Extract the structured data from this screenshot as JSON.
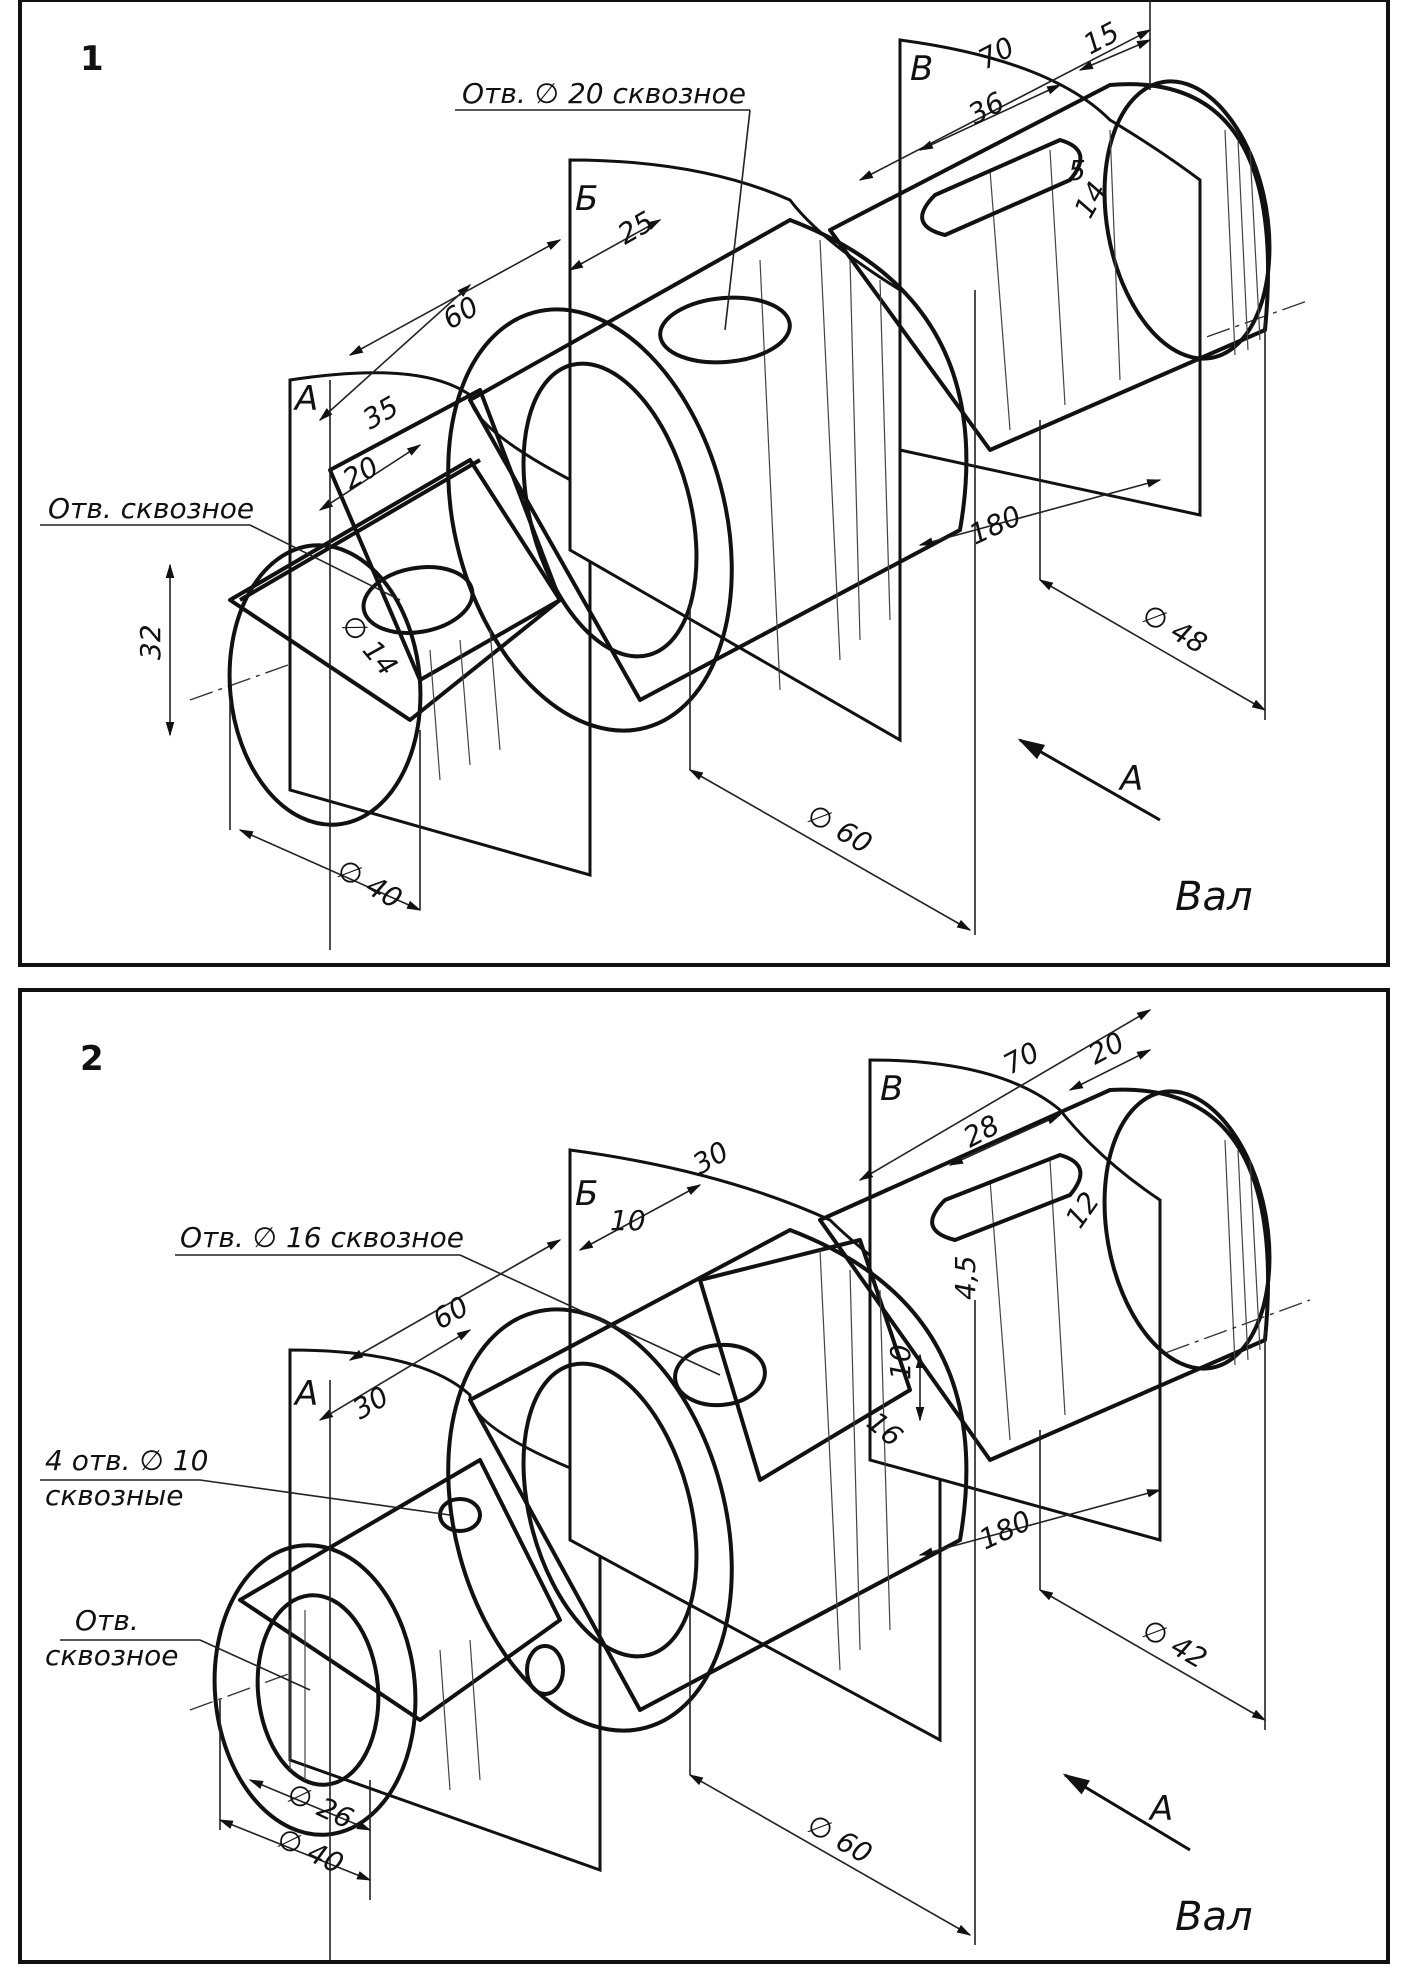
{
  "panel1": {
    "number": "1",
    "title": "Вал",
    "hole_label_1": "Отв. ∅ 20 сквозное",
    "hole_label_2": "Отв. сквозное",
    "plane_a": "А",
    "plane_b": "Б",
    "plane_v": "В",
    "view_label": "А",
    "dims": {
      "d70": "70",
      "d15": "15",
      "d36": "36",
      "d5": "5",
      "d14a": "14",
      "d25": "25",
      "d60": "60",
      "d35": "35",
      "d20": "20",
      "d32": "32",
      "d14": "∅ 14",
      "d180": "180",
      "d48": "∅ 48",
      "d60dia": "∅ 60",
      "d40": "∅ 40"
    }
  },
  "panel2": {
    "number": "2",
    "title": "Вал",
    "hole_label_1": "Отв. ∅ 16 сквозное",
    "hole_label_2a": "4 отв. ∅ 10",
    "hole_label_2b": "сквозные",
    "hole_label_3a": "Отв.",
    "hole_label_3b": "сквозное",
    "plane_a": "А",
    "plane_b": "Б",
    "plane_v": "В",
    "view_label": "А",
    "dims": {
      "d70": "70",
      "d20": "20",
      "d28": "28",
      "d12": "12",
      "d45": "4,5",
      "d30a": "30",
      "d10": "10",
      "d60": "60",
      "d30": "30",
      "d10b": "10",
      "d16": "16",
      "d180": "180",
      "d42": "∅ 42",
      "d60dia": "∅ 60",
      "d26": "∅ 26",
      "d40": "∅ 40"
    }
  }
}
